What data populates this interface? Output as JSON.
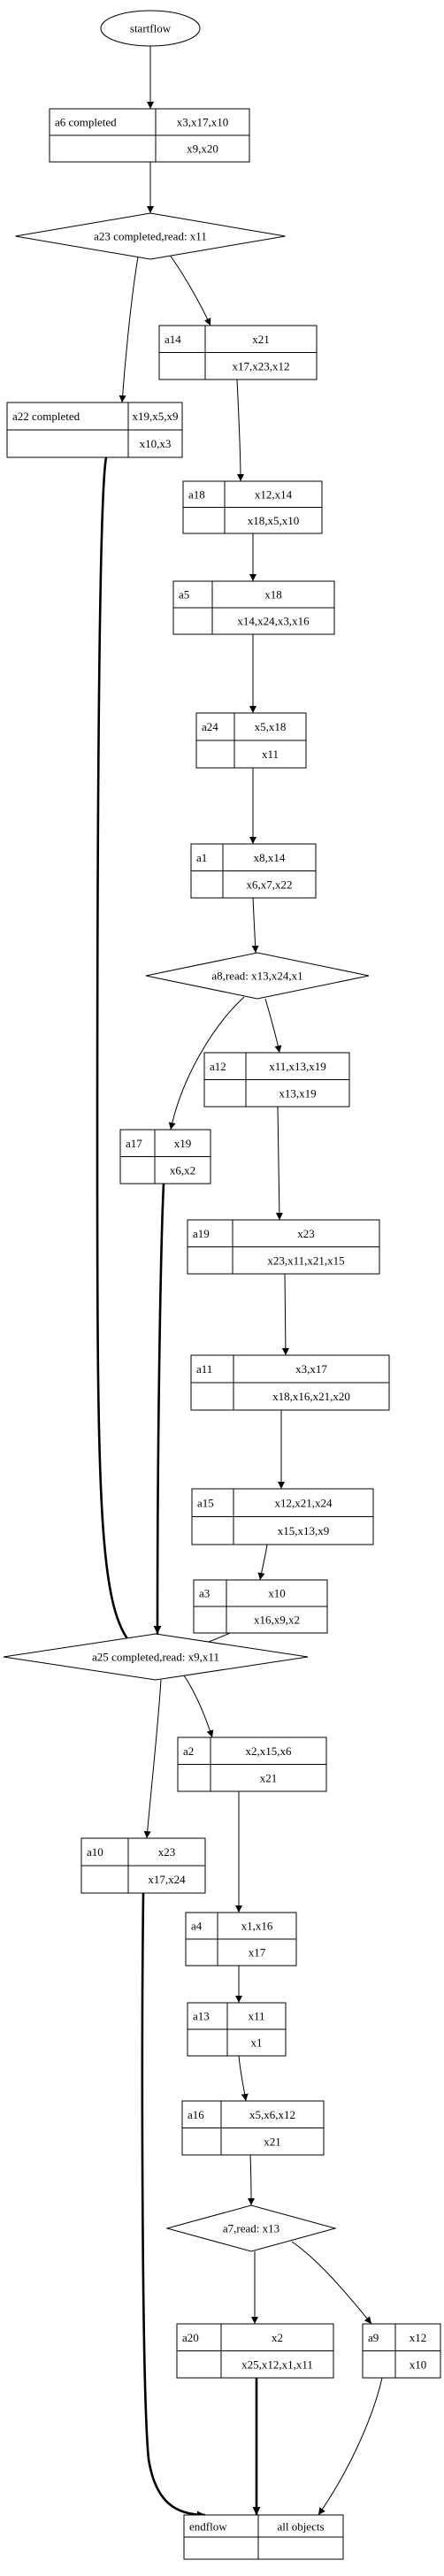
{
  "start": "startflow",
  "end": {
    "label": "endflow",
    "value": "all objects"
  },
  "nodes": [
    {
      "id": "a6",
      "name": "a6 completed",
      "top": "x3,x17,x10",
      "bottom": "x9,x20"
    },
    {
      "id": "d23",
      "label": "a23 completed,read: x11"
    },
    {
      "id": "a14",
      "name": "a14",
      "top": "x21",
      "bottom": "x17,x23,x12"
    },
    {
      "id": "a22",
      "name": "a22 completed",
      "top": "x19,x5,x9",
      "bottom": "x10,x3"
    },
    {
      "id": "a18",
      "name": "a18",
      "top": "x12,x14",
      "bottom": "x18,x5,x10"
    },
    {
      "id": "a5",
      "name": "a5",
      "top": "x18",
      "bottom": "x14,x24,x3,x16"
    },
    {
      "id": "a24",
      "name": "a24",
      "top": "x5,x18",
      "bottom": "x11"
    },
    {
      "id": "a1",
      "name": "a1",
      "top": "x8,x14",
      "bottom": "x6,x7,x22"
    },
    {
      "id": "d8",
      "label": "a8,read: x13,x24,x1"
    },
    {
      "id": "a12",
      "name": "a12",
      "top": "x11,x13,x19",
      "bottom": "x13,x19"
    },
    {
      "id": "a17",
      "name": "a17",
      "top": "x19",
      "bottom": "x6,x2"
    },
    {
      "id": "a19",
      "name": "a19",
      "top": "x23",
      "bottom": "x23,x11,x21,x15"
    },
    {
      "id": "a11",
      "name": "a11",
      "top": "x3,x17",
      "bottom": "x18,x16,x21,x20"
    },
    {
      "id": "a15",
      "name": "a15",
      "top": "x12,x21,x24",
      "bottom": "x15,x13,x9"
    },
    {
      "id": "a3",
      "name": "a3",
      "top": "x10",
      "bottom": "x16,x9,x2"
    },
    {
      "id": "d25",
      "label": "a25 completed,read: x9,x11"
    },
    {
      "id": "a2",
      "name": "a2",
      "top": "x2,x15,x6",
      "bottom": "x21"
    },
    {
      "id": "a10",
      "name": "a10",
      "top": "x23",
      "bottom": "x17,x24"
    },
    {
      "id": "a4",
      "name": "a4",
      "top": "x1,x16",
      "bottom": "x17"
    },
    {
      "id": "a13",
      "name": "a13",
      "top": "x11",
      "bottom": "x1"
    },
    {
      "id": "a16",
      "name": "a16",
      "top": "x5,x6,x12",
      "bottom": "x21"
    },
    {
      "id": "d7",
      "label": "a7,read: x13"
    },
    {
      "id": "a20",
      "name": "a20",
      "top": "x2",
      "bottom": "x25,x12,x1,x11"
    },
    {
      "id": "a9",
      "name": "a9",
      "top": "x12",
      "bottom": "x10"
    }
  ],
  "edges": [
    {
      "from": "start",
      "to": "a6"
    },
    {
      "from": "a6",
      "to": "d23"
    },
    {
      "from": "d23",
      "to": "a14"
    },
    {
      "from": "d23",
      "to": "a22"
    },
    {
      "from": "a14",
      "to": "a18"
    },
    {
      "from": "a18",
      "to": "a5"
    },
    {
      "from": "a5",
      "to": "a24"
    },
    {
      "from": "a24",
      "to": "a1"
    },
    {
      "from": "a1",
      "to": "d8"
    },
    {
      "from": "d8",
      "to": "a12"
    },
    {
      "from": "d8",
      "to": "a17"
    },
    {
      "from": "a12",
      "to": "a19"
    },
    {
      "from": "a19",
      "to": "a11"
    },
    {
      "from": "a11",
      "to": "a15"
    },
    {
      "from": "a15",
      "to": "a3"
    },
    {
      "from": "a3",
      "to": "d25"
    },
    {
      "from": "a22",
      "to": "d25",
      "bold": true
    },
    {
      "from": "a17",
      "to": "d25",
      "bold": true
    },
    {
      "from": "d25",
      "to": "a2"
    },
    {
      "from": "d25",
      "to": "a10"
    },
    {
      "from": "a2",
      "to": "a4"
    },
    {
      "from": "a4",
      "to": "a13"
    },
    {
      "from": "a13",
      "to": "a16"
    },
    {
      "from": "a16",
      "to": "d7"
    },
    {
      "from": "d7",
      "to": "a20"
    },
    {
      "from": "d7",
      "to": "a9"
    },
    {
      "from": "a10",
      "to": "end",
      "bold": true
    },
    {
      "from": "a20",
      "to": "end",
      "bold": true
    },
    {
      "from": "a9",
      "to": "end"
    }
  ]
}
